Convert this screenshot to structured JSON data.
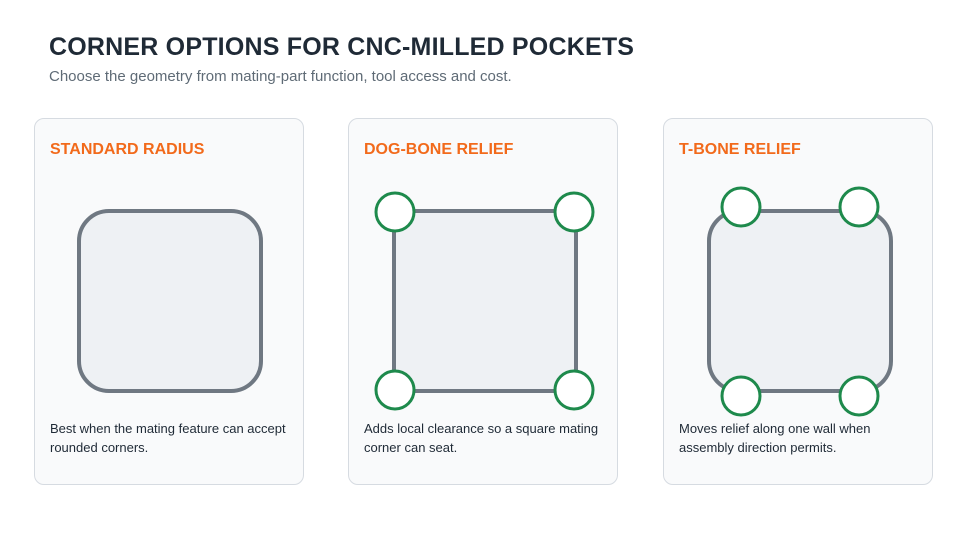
{
  "header": {
    "title": "CORNER OPTIONS FOR CNC-MILLED POCKETS",
    "subtitle": "Choose the geometry from mating-part function, tool access and cost."
  },
  "colors": {
    "accent": "#f26a1b",
    "pocket_stroke": "#6f7882",
    "pocket_fill": "#eef1f4",
    "relief_stroke": "#1e8a4c",
    "card_border": "#d6dbe1",
    "card_bg": "#f9fafb"
  },
  "cards": [
    {
      "title": "STANDARD RADIUS",
      "description": "Best when the mating feature can accept rounded corners.",
      "relief": "none"
    },
    {
      "title": "DOG-BONE RELIEF",
      "description": "Adds local clearance so a square mating corner can seat.",
      "relief": "corner-circles"
    },
    {
      "title": "T-BONE RELIEF",
      "description": "Moves relief along one wall when assembly direction permits.",
      "relief": "wall-circles"
    }
  ]
}
